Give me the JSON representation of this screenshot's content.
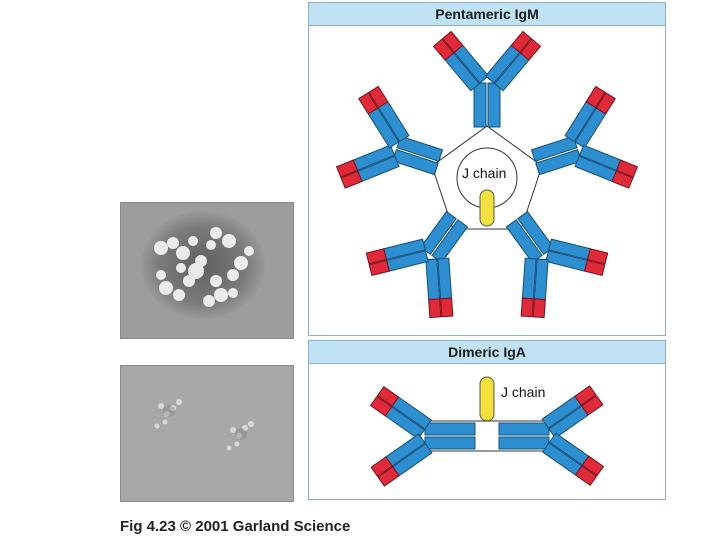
{
  "panels": {
    "igm": {
      "title": "Pentameric IgM",
      "jchain_label": "J chain"
    },
    "iga": {
      "title": "Dimeric IgA",
      "jchain_label": "J chain"
    }
  },
  "caption": "Fig 4.23  © 2001 Garland Science",
  "colors": {
    "heavy_chain": "#2d8fd0",
    "light_tip": "#e02a3a",
    "j_chain": "#f4e23a",
    "header_fill": "#bfe3f4",
    "micrograph": "#9a9a9a"
  }
}
